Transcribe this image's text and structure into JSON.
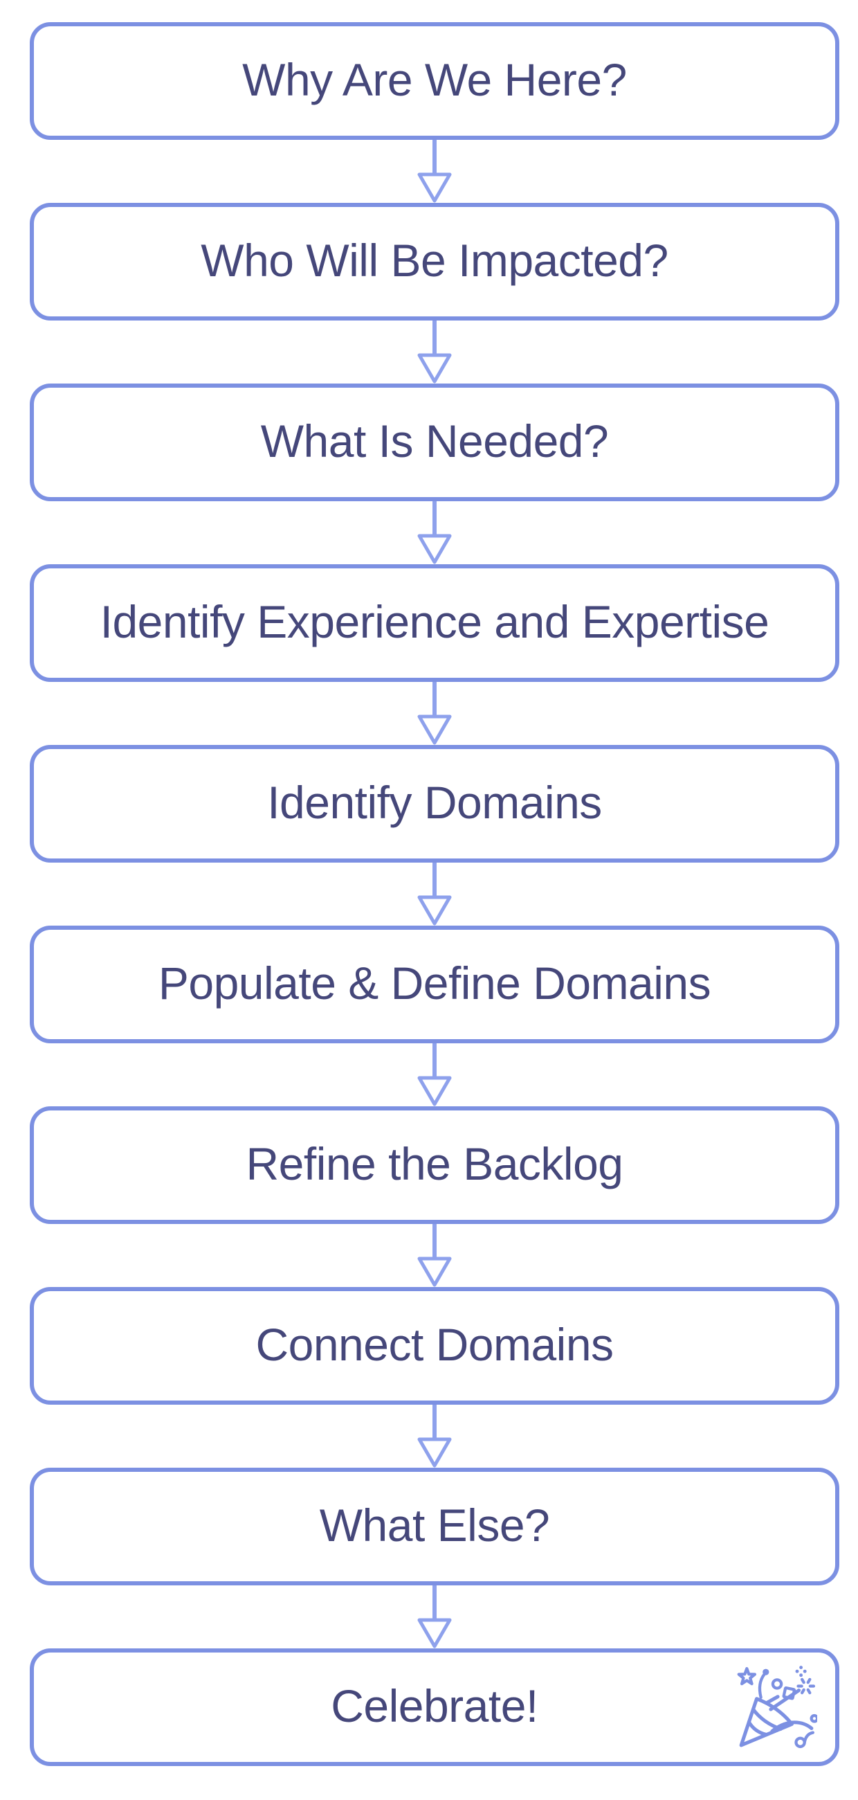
{
  "colors": {
    "box_border": "#7c90e2",
    "box_fill": "#ffffff",
    "arrow": "#8ea1ec",
    "text": "#45477a",
    "icon": "#7c90e2",
    "page_bg": "#ffffff"
  },
  "flow": {
    "steps": [
      {
        "label": "Why Are We Here?"
      },
      {
        "label": "Who Will Be Impacted?"
      },
      {
        "label": "What Is Needed?"
      },
      {
        "label": "Identify Experience and Expertise"
      },
      {
        "label": "Identify Domains"
      },
      {
        "label": "Populate & Define Domains"
      },
      {
        "label": "Refine the Backlog"
      },
      {
        "label": "Connect Domains"
      },
      {
        "label": "What Else?"
      },
      {
        "label": "Celebrate!",
        "icon": "party-popper"
      }
    ]
  }
}
